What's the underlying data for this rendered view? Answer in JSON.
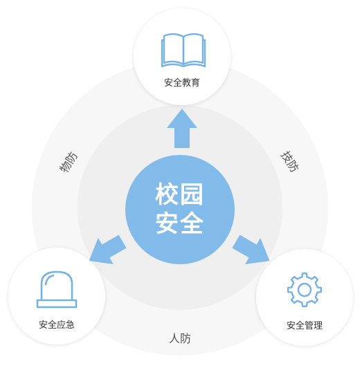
{
  "center": {
    "line1": "校园",
    "line2": "安全"
  },
  "nodes": {
    "top": {
      "label": "安全教育",
      "icon": "book-icon"
    },
    "left": {
      "label": "安全应急",
      "icon": "alarm-light-icon"
    },
    "right": {
      "label": "安全管理",
      "icon": "gear-icon"
    }
  },
  "ring_labels": {
    "left": "物防",
    "right": "技防",
    "bottom": "人防"
  },
  "colors": {
    "accent": "#82bbea",
    "icon_stroke": "#74b1e6",
    "outer_ring": "#f7f7f7",
    "inner_ring": "#efefef",
    "node_fill": "#ffffff"
  }
}
